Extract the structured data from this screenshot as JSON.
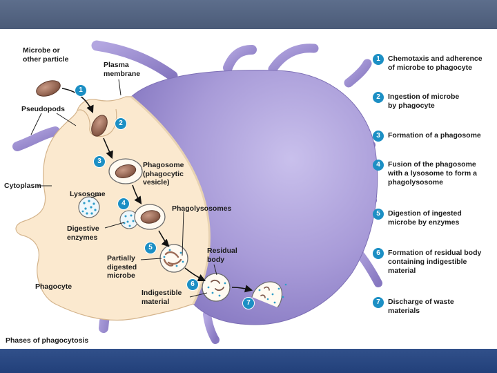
{
  "labels": {
    "microbe": "Microbe or",
    "microbe2": "other particle",
    "plasma": "Plasma",
    "plasma2": "membrane",
    "pseudopods": "Pseudopods",
    "cytoplasm": "Cytoplasm",
    "phagosome": "Phagosome",
    "phagosome2": "(phagocytic",
    "phagosome3": "vesicle)",
    "lysosome": "Lysosome",
    "phagolysosomes": "Phagolysosomes",
    "digestive": "Digestive",
    "digestive2": "enzymes",
    "residual": "Residual",
    "residual2": "body",
    "partially": "Partially",
    "partially2": "digested",
    "partially3": "microbe",
    "phagocyte": "Phagocyte",
    "indigestible": "Indigestible",
    "indigestible2": "material",
    "caption": "Phases of phagocytosis"
  },
  "badges": [
    "1",
    "2",
    "3",
    "4",
    "5",
    "6",
    "7"
  ],
  "steps": [
    {
      "n": "1",
      "line1": "Chemotaxis and adherence",
      "line2": "of microbe to phagocyte",
      "line3": ""
    },
    {
      "n": "2",
      "line1": "Ingestion of microbe",
      "line2": "by phagocyte",
      "line3": ""
    },
    {
      "n": "3",
      "line1": "Formation of a phagosome",
      "line2": "",
      "line3": ""
    },
    {
      "n": "4",
      "line1": "Fusion of the phagosome",
      "line2": "with a lysosome to form a",
      "line3": "phagolysosome"
    },
    {
      "n": "5",
      "line1": "Digestion of ingested",
      "line2": "microbe by enzymes",
      "line3": ""
    },
    {
      "n": "6",
      "line1": "Formation of residual body",
      "line2": "containing indigestible",
      "line3": "material"
    },
    {
      "n": "7",
      "line1": "Discharge of waste",
      "line2": "materials",
      "line3": ""
    }
  ],
  "colors": {
    "cytoplasm": "#fbe9cf",
    "membrane_3d": "#a79bd6",
    "badge": "#1c8fc4",
    "microbe": "#9b6a55"
  }
}
